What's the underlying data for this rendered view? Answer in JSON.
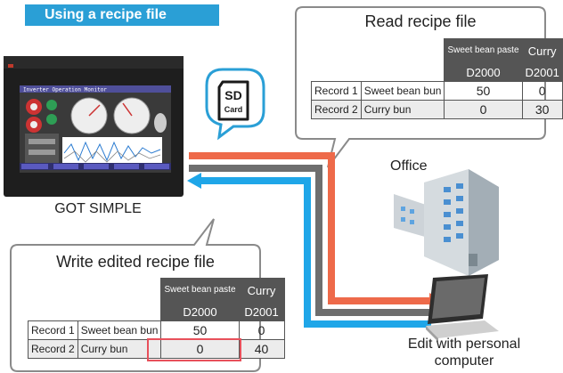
{
  "section_title": "Using a recipe file",
  "read_panel": {
    "title": "Read recipe file",
    "col_headers": [
      "Sweet bean paste",
      "Curry"
    ],
    "devices": [
      "D2000",
      "D2001"
    ],
    "rows": [
      {
        "record": "Record 1",
        "name": "Sweet bean bun",
        "values": [
          "50",
          "0"
        ]
      },
      {
        "record": "Record 2",
        "name": "Curry bun",
        "values": [
          "0",
          "30"
        ]
      }
    ]
  },
  "write_panel": {
    "title": "Write edited recipe file",
    "col_headers": [
      "Sweet bean paste",
      "Curry"
    ],
    "devices": [
      "D2000",
      "D2001"
    ],
    "rows": [
      {
        "record": "Record 1",
        "name": "Sweet bean bun",
        "values": [
          "50",
          "0"
        ]
      },
      {
        "record": "Record 2",
        "name": "Curry bun",
        "values": [
          "0",
          "40"
        ]
      }
    ]
  },
  "sd_card": {
    "line1": "SD",
    "line2": "Card"
  },
  "hmi_label": "GOT SIMPLE",
  "hmi_screen_title": "Inverter Operation Monitor",
  "office_label": "Office",
  "pc_label": "Edit with personal computer",
  "colors": {
    "accent_blue": "#2a9fd6",
    "arrow_red": "#ee6a4a",
    "arrow_gray": "#6e6e6e",
    "arrow_blue": "#1fa6e8",
    "highlight": "#e8505b"
  },
  "icons": [
    "hmi-device-icon",
    "sd-card-icon",
    "office-building-icon",
    "laptop-icon"
  ]
}
